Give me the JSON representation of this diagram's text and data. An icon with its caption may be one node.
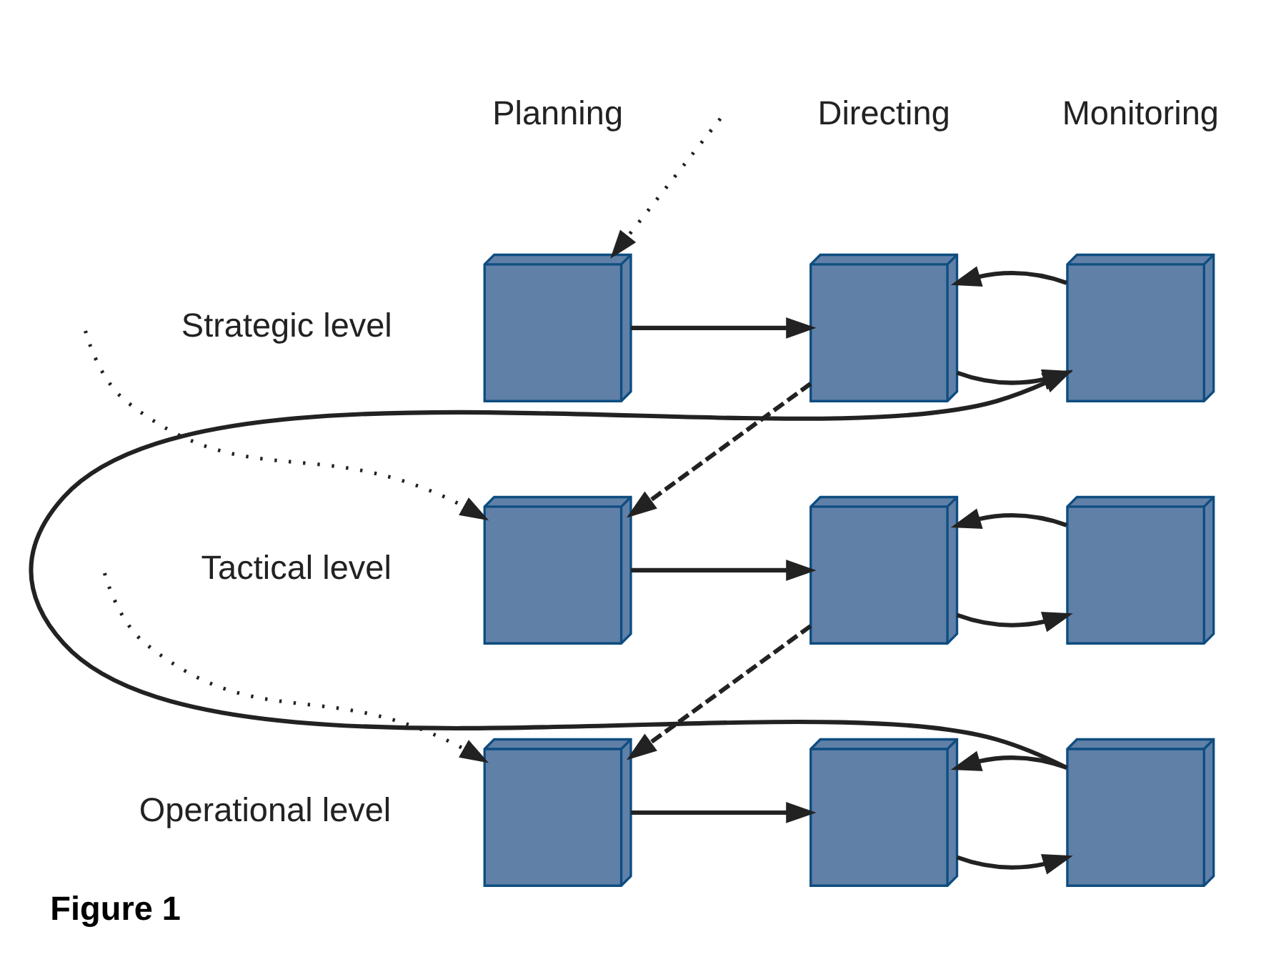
{
  "diagram": {
    "caption": "Figure 1",
    "nodes": [
      {
        "text": [],
        "shape": "cube"
      },
      {
        "text": [],
        "shape": "cube"
      },
      {
        "text": [],
        "shape": "cube"
      },
      {
        "text": [],
        "shape": "cube"
      },
      {
        "text": [],
        "shape": "cube"
      },
      {
        "text": [],
        "shape": "cube"
      },
      {
        "text": [],
        "shape": "cube"
      },
      {
        "text": [],
        "shape": "cube"
      },
      {
        "text": [],
        "shape": "cube"
      }
    ],
    "edges": [
      {
        "from": 0,
        "to": 1,
        "arrow": "to"
      },
      {
        "from": 1,
        "to": 2,
        "arrow": "to"
      },
      {
        "from": 2,
        "to": 1,
        "arrow": "to"
      },
      {
        "from": null,
        "to": 0,
        "arrow": "to",
        "style": "dashed"
      },
      {
        "from": 1,
        "to": 3,
        "arrow": "to",
        "style": "dashed"
      },
      {
        "from": 3,
        "to": 4,
        "arrow": "to"
      },
      {
        "from": 4,
        "to": 5,
        "arrow": "to"
      },
      {
        "from": 5,
        "to": 4,
        "arrow": "to"
      },
      {
        "from": null,
        "to": 3,
        "arrow": "to",
        "style": "dashed"
      },
      {
        "from": 4,
        "to": 6,
        "arrow": "to",
        "style": "dashed"
      },
      {
        "from": 6,
        "to": 7,
        "arrow": "to"
      },
      {
        "from": 7,
        "to": 8,
        "arrow": "to"
      },
      {
        "from": 8,
        "to": 7,
        "arrow": "to"
      },
      {
        "from": null,
        "to": 6,
        "arrow": "to",
        "style": "dashed"
      },
      {
        "from": 8,
        "to": 2,
        "arrow": "to"
      }
    ],
    "labels": [
      "Planning",
      "Directing",
      "Monitoring",
      "Strategic level",
      "Tactical level",
      "Operational level"
    ]
  }
}
